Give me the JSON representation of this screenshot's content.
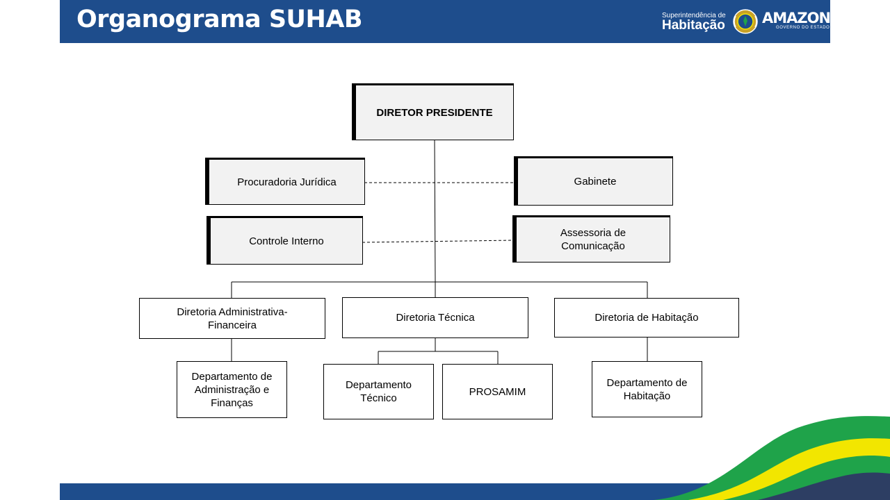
{
  "header": {
    "title": "Organograma SUHAB",
    "logo_line1": "Superintendência de",
    "logo_line2": "Habitação",
    "gov_name": "AMAZONAS",
    "gov_sub": "GOVERNO DO ESTADO"
  },
  "org": {
    "president": "DIRETOR  PRESIDENTE",
    "procuradoria": "Procuradoria  Jurídica",
    "gabinete": "Gabinete",
    "controle": "Controle  Interno",
    "assessoria": "Assessoria  de\nComunicação",
    "dir_adm": "Diretoria  Administrativa-\nFinanceira",
    "dir_tec": "Diretoria  Técnica",
    "dir_hab": "Diretoria  de  Habitação",
    "dep_adm": "Departamento  de\nAdministração  e\nFinanças",
    "dep_tec": "Departamento\nTécnico",
    "prosamim": "PROSAMIM",
    "dep_hab": "Departamento  de\nHabitação"
  },
  "colors": {
    "header_blue": "#1e4d8c",
    "wave_green": "#1fa34a",
    "wave_yellow": "#f2e600",
    "wave_navy": "#2d3e63"
  }
}
